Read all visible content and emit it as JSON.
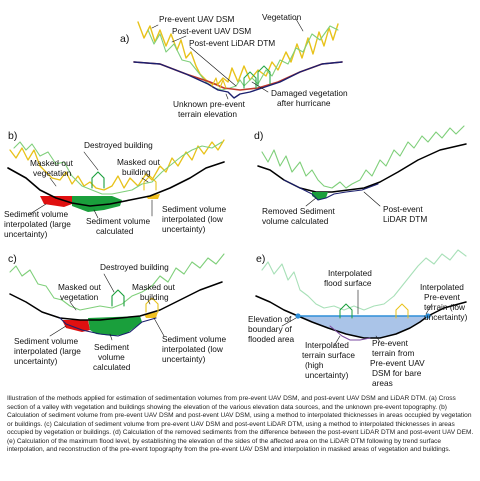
{
  "panels": {
    "a": {
      "letter": "a)",
      "labels": {
        "pre_uav": "Pre-event UAV DSM",
        "vegetation": "Vegetation",
        "post_uav": "Post-event UAV DSM",
        "post_lidar": "Post-event LiDAR DTM",
        "damaged_l1": "Damaged vegetation",
        "damaged_l2": "after hurricane",
        "unknown_l1": "Unknown pre-event",
        "unknown_l2": "terrain elevation"
      }
    },
    "b": {
      "letter": "b)",
      "labels": {
        "destroyed": "Destroyed building",
        "masked_veg_l1": "Masked out",
        "masked_veg_l2": "vegetation",
        "masked_bld_l1": "Masked out",
        "masked_bld_l2": "building",
        "sed_large_l1": "Sediment volume",
        "sed_large_l2": "interpolated (large",
        "sed_large_l3": "uncertainty)",
        "sed_calc_l1": "Sediment volume",
        "sed_calc_l2": "calculated",
        "sed_low_l1": "Sediment volume",
        "sed_low_l2": "interpolated (low",
        "sed_low_l3": "uncertainty)"
      }
    },
    "c": {
      "letter": "c)",
      "labels": {
        "destroyed": "Destroyed building",
        "masked_veg_l1": "Masked out",
        "masked_veg_l2": "vegetation",
        "masked_bld_l1": "Masked out",
        "masked_bld_l2": "building",
        "sed_large_l1": "Sediment volume",
        "sed_large_l2": "interpolated (large",
        "sed_large_l3": "uncertainty)",
        "sed_calc_l1": "Sediment",
        "sed_calc_l2": "volume",
        "sed_calc_l3": "calculated",
        "sed_low_l1": "Sediment volume",
        "sed_low_l2": "interpolated (low",
        "sed_low_l3": "uncertainty)"
      }
    },
    "d": {
      "letter": "d)",
      "labels": {
        "removed_l1": "Removed Sediment",
        "removed_l2": "volume calculated",
        "lidar_l1": "Post-event",
        "lidar_l2": "LiDAR DTM"
      }
    },
    "e": {
      "letter": "e)",
      "labels": {
        "flood_l1": "Interpolated",
        "flood_l2": "flood surface",
        "elev_l1": "Elevation of",
        "elev_l2": "boundary of",
        "elev_l3": "flooded area",
        "interp_terr_l1": "Interpolated",
        "interp_terr_l2": "terrain surface",
        "interp_terr_l3": "(high",
        "interp_terr_l4": "uncertainty)",
        "pre_terr_l1": "Pre-event",
        "pre_terr_l2": "terrain from",
        "pre_terr_l3": "Pre-event UAV",
        "pre_terr_l4": "DSM for bare",
        "pre_terr_l5": "areas",
        "interp_pre_l1": "Interpolated",
        "interp_pre_l2": "Pre-event",
        "interp_pre_l3": "terrain (low",
        "interp_pre_l4": "uncertainty)"
      }
    }
  },
  "caption": "Illustration of the methods applied for estimation of sedimentation volumes from pre-event UAV DSM, and post-event UAV DSM and LiDAR DTM. (a) Cross section of a valley with vegetation and buildings showing the elevation of the various elevation data sources, and the unknown pre-event topography. (b) Calculation of sediment volume from pre-event UAV DSM and post-event UAV DSM, using a method to interpolated thicknesses in areas occupied by vegetation or buildings. (c) Calculation of sediment volume from pre-event UAV DSM and post-event LiDAR DTM, using a method to interpolated thicknesses in areas occupied by vegetation or buildings. (d) Calculation of the removed sediments from the difference between the post-event LiDAR DTM and post-event UAV DEM. (e) Calculation of the maximum flood level, by establishing the elevation of the sides of the affected area on the LiDAR DTM following by trend surface interpolation, and reconstruction of the pre-event topography from the pre-event UAV DSM and interpolation in masked areas of vegetation and buildings.",
  "colors": {
    "pre_uav": "#e8c21a",
    "post_uav": "#6fcf7a",
    "post_lidar": "#1b1f6e",
    "pre_terrain": "#c0392b",
    "sed_calc": "#1a9f3c",
    "sed_large": "#e01010",
    "sed_low": "#f0c020",
    "flood": "#aac4e8",
    "flood_edge": "#2f8fd8",
    "bank": "#000000"
  }
}
